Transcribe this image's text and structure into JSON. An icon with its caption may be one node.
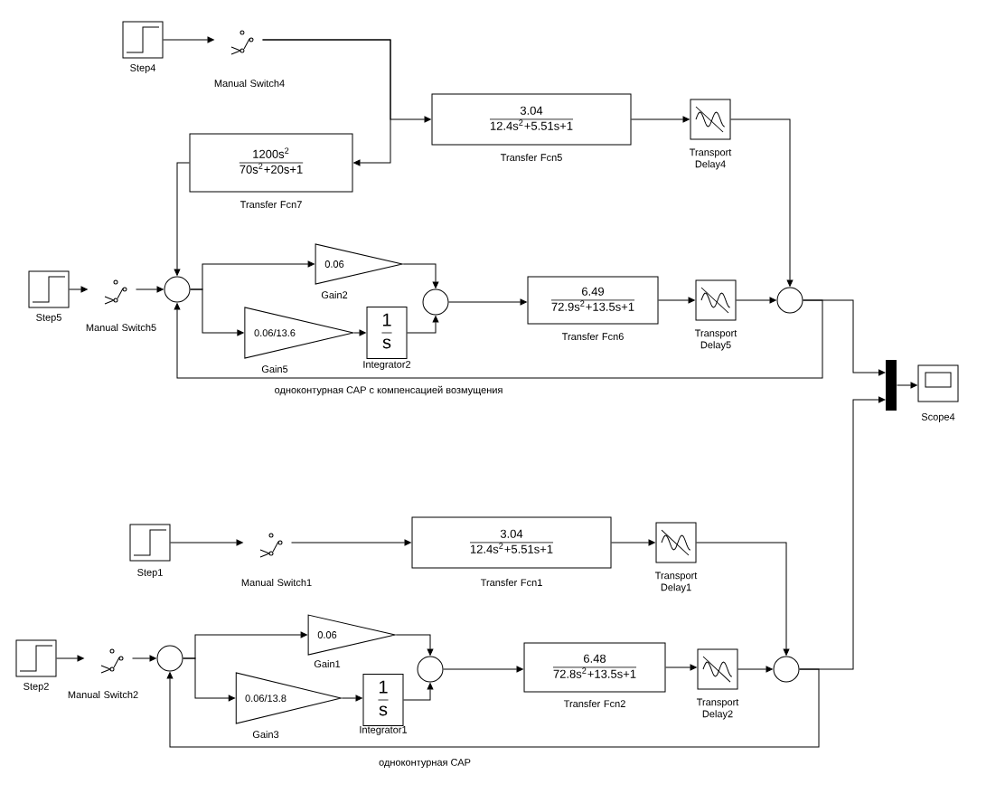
{
  "diagram": {
    "nodes": [
      {
        "text": [],
        "shape": "box",
        "beside": [
          "Step4"
        ]
      },
      {
        "text": [],
        "shape": "switch",
        "beside": [
          "Manual Switch4"
        ]
      },
      {
        "text": [
          "3.04",
          "12.4s$^{2}$+5.51s+1"
        ],
        "beside": [
          "Transfer Fcn5"
        ]
      },
      {
        "text": [],
        "shape": "box",
        "beside": [
          "Transport Delay4"
        ]
      },
      {
        "text": [
          "1200s$^{2}$",
          "70s$^{2}$+20s+1"
        ],
        "beside": [
          "Transfer Fcn7"
        ]
      },
      {
        "text": [],
        "shape": "box",
        "beside": [
          "Step5"
        ]
      },
      {
        "text": [],
        "shape": "switch",
        "beside": [
          "Manual Switch5"
        ]
      },
      {
        "text": [],
        "shape": "circle"
      },
      {
        "text": [
          "0.06"
        ],
        "beside": [
          "Gain2"
        ]
      },
      {
        "text": [
          "0.06/13.6"
        ],
        "beside": [
          "Gain5"
        ]
      },
      {
        "text": [
          "1",
          "s"
        ],
        "beside": [
          "Integrator2"
        ]
      },
      {
        "text": [],
        "shape": "circle"
      },
      {
        "text": [
          "6.49",
          "72.9s$^{2}$+13.5s+1"
        ],
        "beside": [
          "Transfer Fcn6"
        ]
      },
      {
        "text": [],
        "shape": "box",
        "beside": [
          "Transport Delay5"
        ]
      },
      {
        "text": [],
        "shape": "circle"
      },
      {
        "text": [],
        "shape": "bar"
      },
      {
        "text": [],
        "shape": "box",
        "beside": [
          "Scope4"
        ]
      },
      {
        "text": [],
        "shape": "box",
        "beside": [
          "Step1"
        ]
      },
      {
        "text": [],
        "shape": "switch",
        "beside": [
          "Manual Switch1"
        ]
      },
      {
        "text": [
          "3.04",
          "12.4s$^{2}$+5.51s+1"
        ],
        "beside": [
          "Transfer Fcn1"
        ]
      },
      {
        "text": [],
        "shape": "box",
        "beside": [
          "Transport Delay1"
        ]
      },
      {
        "text": [],
        "shape": "box",
        "beside": [
          "Step2"
        ]
      },
      {
        "text": [],
        "shape": "switch",
        "beside": [
          "Manual Switch2"
        ]
      },
      {
        "text": [],
        "shape": "circle"
      },
      {
        "text": [
          "0.06"
        ],
        "beside": [
          "Gain1"
        ]
      },
      {
        "text": [
          "0.06/13.8"
        ],
        "beside": [
          "Gain3"
        ]
      },
      {
        "text": [
          "1",
          "s"
        ],
        "beside": [
          "Integrator1"
        ]
      },
      {
        "text": [],
        "shape": "circle"
      },
      {
        "text": [
          "6.48",
          "72.8s$^{2}$+13.5s+1"
        ],
        "beside": [
          "Transfer Fcn2"
        ]
      },
      {
        "text": [],
        "shape": "box",
        "beside": [
          "Transport Delay2"
        ]
      },
      {
        "text": [],
        "shape": "circle"
      }
    ],
    "edges": [
      {
        "from": 0,
        "to": 1,
        "arrow": "to"
      },
      {
        "from": 1,
        "to": 2,
        "arrow": "to"
      },
      {
        "from": 1,
        "to": 4,
        "arrow": "to"
      },
      {
        "from": 2,
        "to": 3,
        "arrow": "to"
      },
      {
        "from": 3,
        "to": 14,
        "arrow": "to"
      },
      {
        "from": 4,
        "to": 7,
        "arrow": "to"
      },
      {
        "from": 5,
        "to": 6,
        "arrow": "to"
      },
      {
        "from": 6,
        "to": 7,
        "arrow": "to"
      },
      {
        "from": 7,
        "to": 8,
        "arrow": "to"
      },
      {
        "from": 7,
        "to": 9,
        "arrow": "to"
      },
      {
        "from": 8,
        "to": 11,
        "arrow": "to"
      },
      {
        "from": 9,
        "to": 10,
        "arrow": "to"
      },
      {
        "from": 10,
        "to": 11,
        "arrow": "to"
      },
      {
        "from": 11,
        "to": 12,
        "arrow": "to"
      },
      {
        "from": 12,
        "to": 13,
        "arrow": "to"
      },
      {
        "from": 13,
        "to": 14,
        "arrow": "to"
      },
      {
        "from": 14,
        "to": 15,
        "arrow": "to"
      },
      {
        "from": 14,
        "to": 7,
        "arrow": "to"
      },
      {
        "from": 15,
        "to": 16,
        "arrow": "to"
      },
      {
        "from": 17,
        "to": 18,
        "arrow": "to"
      },
      {
        "from": 18,
        "to": 19,
        "arrow": "to"
      },
      {
        "from": 19,
        "to": 20,
        "arrow": "to"
      },
      {
        "from": 20,
        "to": 30,
        "arrow": "to"
      },
      {
        "from": 21,
        "to": 22,
        "arrow": "to"
      },
      {
        "from": 22,
        "to": 23,
        "arrow": "to"
      },
      {
        "from": 23,
        "to": 24,
        "arrow": "to"
      },
      {
        "from": 23,
        "to": 25,
        "arrow": "to"
      },
      {
        "from": 24,
        "to": 27,
        "arrow": "to"
      },
      {
        "from": 25,
        "to": 26,
        "arrow": "to"
      },
      {
        "from": 26,
        "to": 27,
        "arrow": "to"
      },
      {
        "from": 27,
        "to": 28,
        "arrow": "to"
      },
      {
        "from": 28,
        "to": 29,
        "arrow": "to"
      },
      {
        "from": 29,
        "to": 30,
        "arrow": "to"
      },
      {
        "from": 30,
        "to": 15,
        "arrow": "to"
      },
      {
        "from": 30,
        "to": 23,
        "arrow": "to"
      }
    ],
    "labels": [
      "одноконтурная САР с компенсацией возмущения",
      "одноконтурная САР"
    ]
  }
}
